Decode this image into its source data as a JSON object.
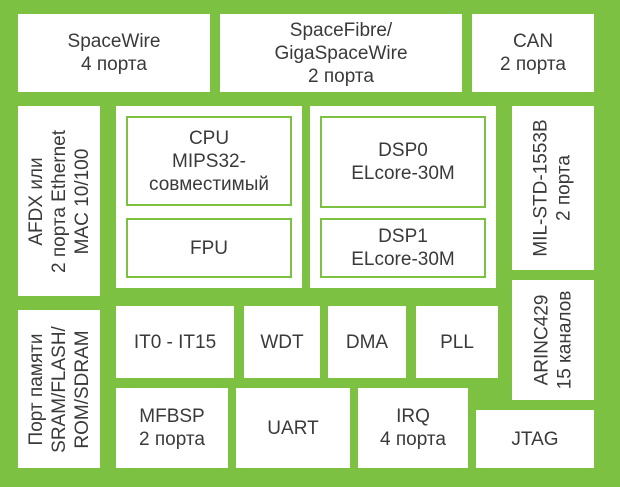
{
  "colors": {
    "background": "#7cc142",
    "block": "#ffffff",
    "text": "#3a3a3a"
  },
  "blocks": {
    "spacewire": {
      "line1": "SpaceWire",
      "line2": "4 порта"
    },
    "spacefibre": {
      "line1": "SpaceFibre/",
      "line2": "GigaSpaceWire",
      "line3": "2 порта"
    },
    "can": {
      "line1": "CAN",
      "line2": "2 порта"
    },
    "afdx": {
      "line1": "AFDX или",
      "line2": "2 порта Ethernet",
      "line3": "MAC 10/100"
    },
    "cpu": {
      "line1": "CPU",
      "line2": "MIPS32-",
      "line3": "совместимый"
    },
    "fpu": {
      "line1": "FPU"
    },
    "dsp0": {
      "line1": "DSP0",
      "line2": "ELcore-30M"
    },
    "dsp1": {
      "line1": "DSP1",
      "line2": "ELcore-30M"
    },
    "mil_std": {
      "line1": "MIL-STD-1553B",
      "line2": "2 порта"
    },
    "memory_port": {
      "line1": "Порт памяти",
      "line2": "SRAM/FLASH/",
      "line3": "ROM/SDRAM"
    },
    "it": {
      "line1": "IT0 - IT15"
    },
    "wdt": {
      "line1": "WDT"
    },
    "dma": {
      "line1": "DMA"
    },
    "pll": {
      "line1": "PLL"
    },
    "arinc": {
      "line1": "ARINC429",
      "line2": "15 каналов"
    },
    "mfbsp": {
      "line1": "MFBSP",
      "line2": "2 порта"
    },
    "uart": {
      "line1": "UART"
    },
    "irq": {
      "line1": "IRQ",
      "line2": "4 порта"
    },
    "jtag": {
      "line1": "JTAG"
    }
  }
}
